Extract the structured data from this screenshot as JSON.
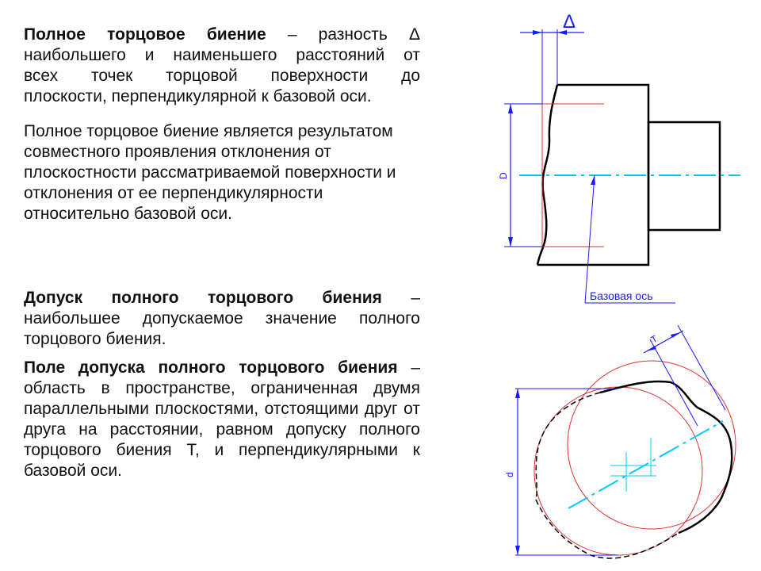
{
  "paragraphs": {
    "p1": {
      "term": "Полное торцовое биение",
      "dash": " – разность ",
      "delta": "Δ",
      "lines": [
        "наибольшего и наименьшего расстояний от",
        "всех точек торцовой поверхности до",
        "плоскости, перпендикулярной к базовой оси."
      ]
    },
    "p2": {
      "text": "Полное торцовое биение является результатом совместного проявления отклонения от плоскостности рассматриваемой поверхности и отклонения от ее перпендикулярности относительно базовой оси."
    },
    "p3": {
      "term": "Допуск полного торцового биения",
      "rest": " – наибольшее допускаемое значение полного торцового биения."
    },
    "p4": {
      "term": "Поле допуска полного торцового биения",
      "rest": " – область в пространстве, ограниченная двумя параллельными плоскостями, отстоящими друг от друга на расстоянии, равном допуску полного торцового биения Т, и перпендикулярными к базовой оси."
    }
  },
  "drawing": {
    "delta_label": "Δ",
    "D_label": "D",
    "axis_label": "Базовая ось",
    "T_label": "T",
    "d_label": "d",
    "colors": {
      "outline": "#000000",
      "dimension": "#1a1aff",
      "axis": "#00c8ff",
      "tolerance": "#e03030"
    }
  }
}
